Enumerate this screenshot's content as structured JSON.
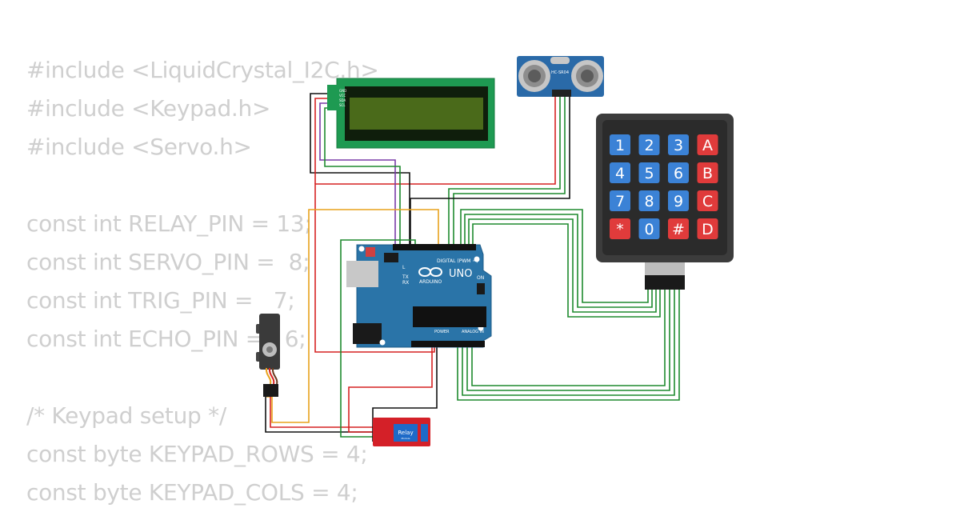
{
  "code_lines": [
    "#include <LiquidCrystal_I2C.h>",
    "#include <Keypad.h>",
    "#include <Servo.h>",
    "",
    "const int RELAY_PIN = 13;",
    "const int SERVO_PIN =  8;",
    "const int TRIG_PIN =   7;",
    "const int ECHO_PIN =   6;",
    "",
    "/* Keypad setup */",
    "const byte KEYPAD_ROWS = 4;",
    "const byte KEYPAD_COLS = 4;"
  ],
  "keypad": {
    "keys": [
      "1",
      "2",
      "3",
      "A",
      "4",
      "5",
      "6",
      "B",
      "7",
      "8",
      "9",
      "C",
      "*",
      "0",
      "#",
      "D"
    ],
    "num_color": "#3b82d6",
    "letter_color": "#e03b3b"
  },
  "arduino": {
    "board_label": "UNO",
    "brand_label": "ARDUINO",
    "digital_label": "DIGITAL (PWM ~)",
    "power_label": "POWER",
    "analog_label": "ANALOG IN",
    "on_label": "ON",
    "tx_label": "TX",
    "rx_label": "RX",
    "l_label": "L",
    "board_color": "#2a74a8"
  },
  "sensor": {
    "label": "HC-SR04"
  },
  "relay": {
    "label": "Relay",
    "sublabel": "Module"
  },
  "lcd": {
    "pins": [
      "GND",
      "VCC",
      "SDA",
      "SCL"
    ]
  },
  "wire_colors": {
    "green": "#1e8a2e",
    "red": "#d62222",
    "black": "#111111",
    "purple": "#7a3ca8",
    "orange": "#e8a21c"
  }
}
